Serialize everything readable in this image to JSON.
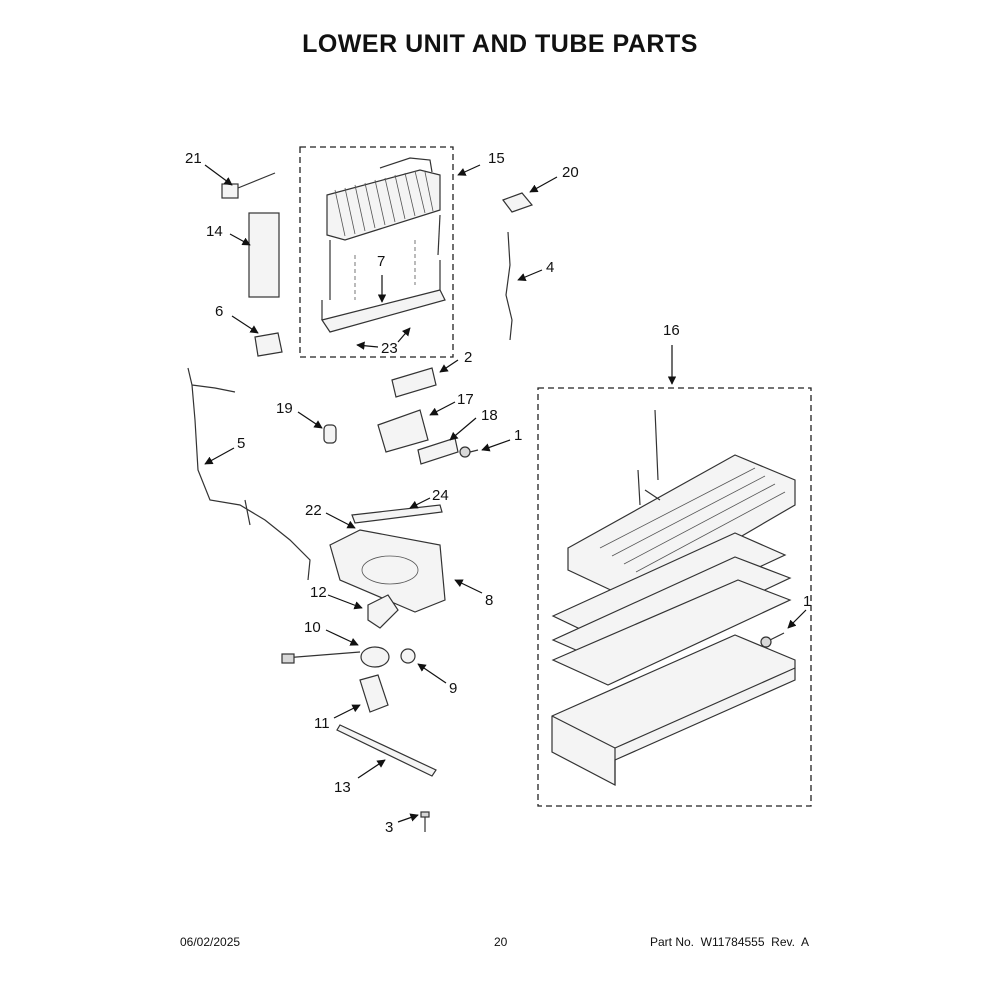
{
  "title": "LOWER UNIT AND TUBE PARTS",
  "callouts": {
    "c21": "21",
    "c15": "15",
    "c20": "20",
    "c14": "14",
    "c7": "7",
    "c4": "4",
    "c6": "6",
    "c23": "23",
    "c16": "16",
    "c2": "2",
    "c19": "19",
    "c17": "17",
    "c18": "18",
    "c1a": "1",
    "c5": "5",
    "c24": "24",
    "c22": "22",
    "c8": "8",
    "c12": "12",
    "c1b": "1",
    "c10": "10",
    "c9": "9",
    "c11": "11",
    "c13": "13",
    "c3": "3"
  },
  "footer": {
    "date": "06/02/2025",
    "page": "20",
    "part_no": "Part No.  W11784555  Rev.  A"
  }
}
